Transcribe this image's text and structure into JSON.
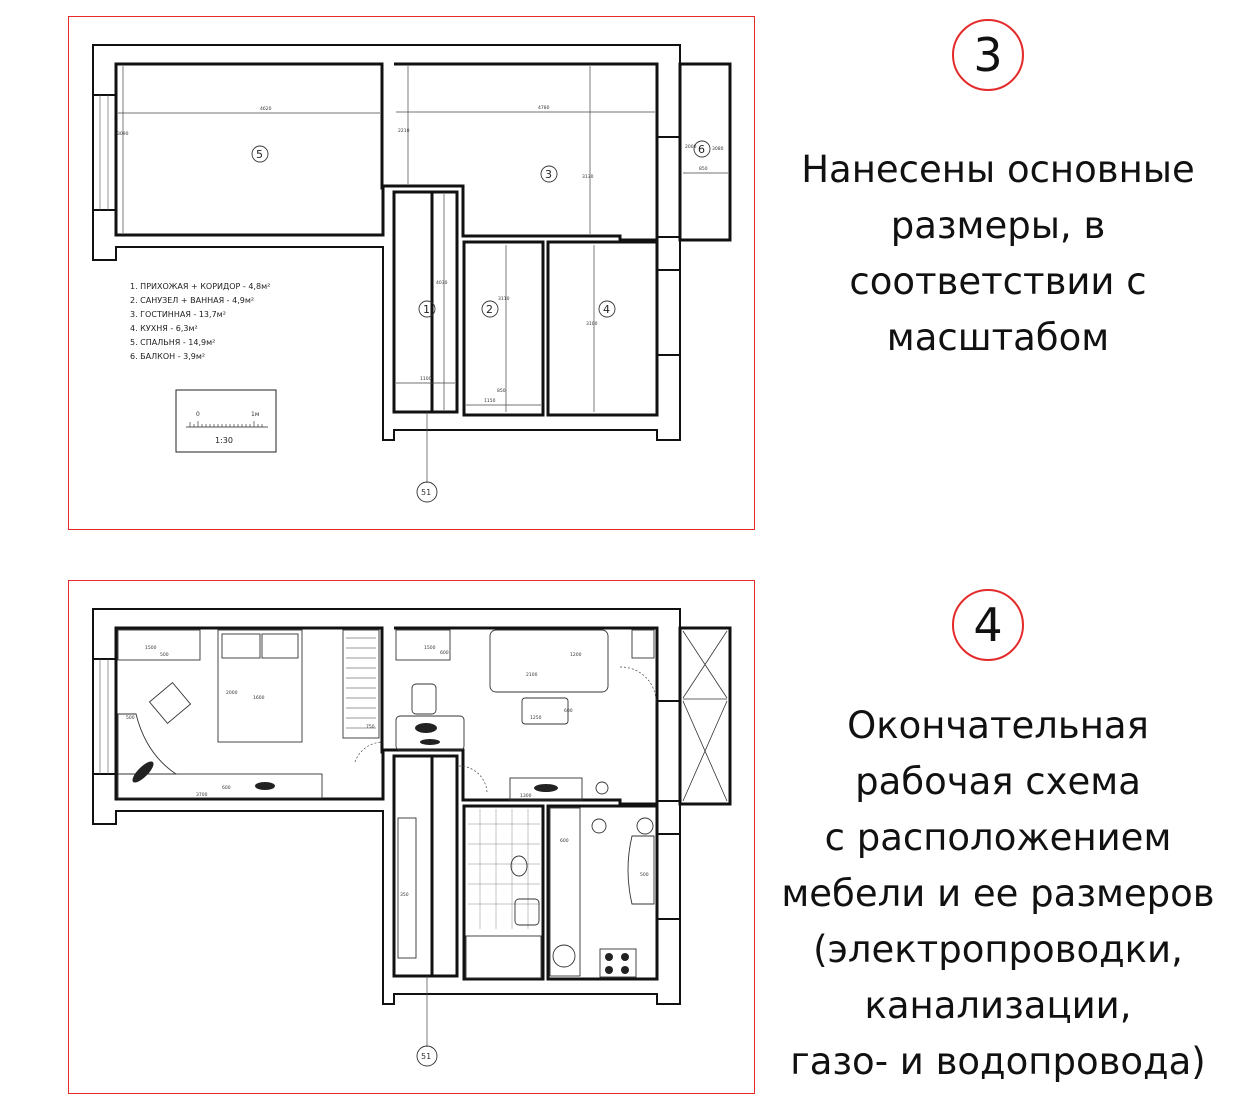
{
  "steps": [
    {
      "number": "3",
      "caption": [
        "Нанесены основные",
        "размеры, в",
        "соответствии с",
        "масштабом"
      ]
    },
    {
      "number": "4",
      "caption": [
        "Окончательная",
        "рабочая схема",
        "с расположением",
        "мебели и ее размеров",
        "(электропроводки,",
        "канализации,",
        "газо- и водопровода)"
      ]
    }
  ],
  "plan": {
    "room_numbers": [
      "1",
      "2",
      "3",
      "4",
      "5",
      "6"
    ],
    "entrance_label": "51",
    "legend": [
      "1. ПРИХОЖАЯ + КОРИДОР - 4,8м²",
      "2. САНУЗЕЛ + ВАННАЯ - 4,9м²",
      "3. ГОСТИННАЯ - 13,7м²",
      "4. КУХНЯ - 6,3м²",
      "5. СПАЛЬНЯ - 14,9м²",
      "6. БАЛКОН - 3,9м²"
    ],
    "scale": {
      "zero": "0",
      "one": "1м",
      "ratio": "1:30"
    },
    "dimensions": {
      "bedroom_w": "4620",
      "bedroom_h": "3090",
      "living_w": "4780",
      "living_h1": "2210",
      "living_h2": "3130",
      "balcony_h1": "2000",
      "balcony_h2": "3080",
      "balcony_w": "850",
      "hall_h": "4030",
      "hall_w": "1100",
      "bath_h": "3110",
      "bath_w": "1150",
      "bath_s": "850",
      "kitchen_h": "3100"
    }
  },
  "furniture_dims": {
    "d1": "1500",
    "d2": "500",
    "d3": "2000",
    "d4": "1600",
    "d5": "500",
    "d6": "3700",
    "d7": "600",
    "d8": "750",
    "d9": "1500",
    "d10": "600",
    "d11": "2100",
    "d12": "1200",
    "d13": "1250",
    "d14": "600",
    "d15": "1300",
    "d16": "600",
    "d17": "500",
    "d18": "350"
  }
}
